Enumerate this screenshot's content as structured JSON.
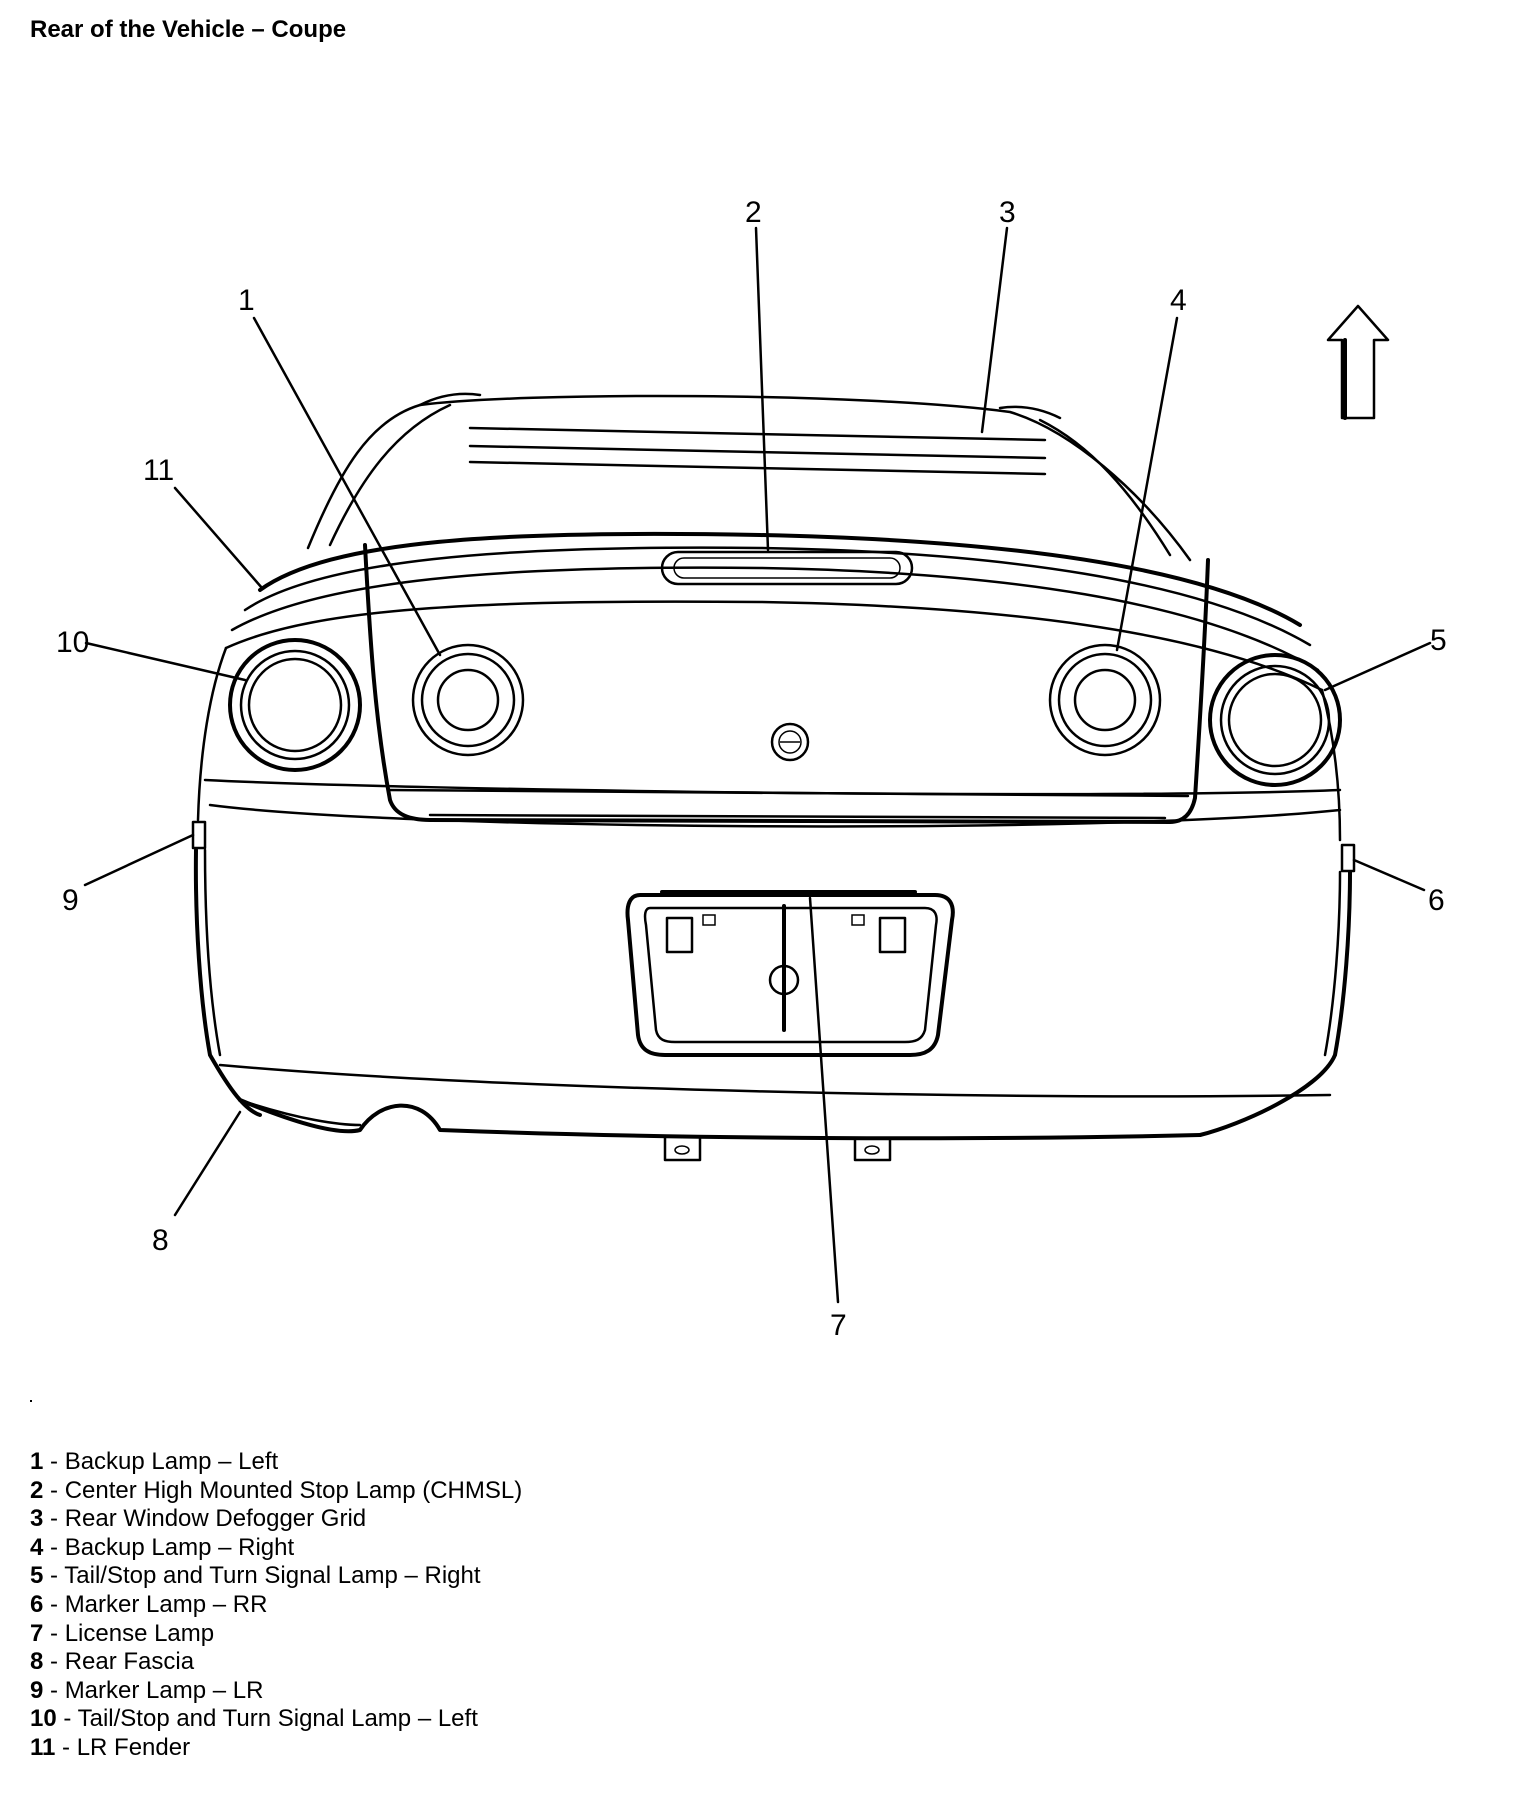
{
  "title": "Rear of the Vehicle – Coupe",
  "callouts": [
    {
      "id": "1",
      "text": "1"
    },
    {
      "id": "2",
      "text": "2"
    },
    {
      "id": "3",
      "text": "3"
    },
    {
      "id": "4",
      "text": "4"
    },
    {
      "id": "5",
      "text": "5"
    },
    {
      "id": "6",
      "text": "6"
    },
    {
      "id": "7",
      "text": "7"
    },
    {
      "id": "8",
      "text": "8"
    },
    {
      "id": "9",
      "text": "9"
    },
    {
      "id": "10",
      "text": "10"
    },
    {
      "id": "11",
      "text": "11"
    }
  ],
  "legend": [
    {
      "num": "1",
      "sep": " - ",
      "label": "Backup Lamp – Left"
    },
    {
      "num": "2",
      "sep": " - ",
      "label": "Center High Mounted Stop Lamp (CHMSL)"
    },
    {
      "num": "3",
      "sep": " - ",
      "label": "Rear Window Defogger Grid"
    },
    {
      "num": "4",
      "sep": " - ",
      "label": "Backup Lamp – Right"
    },
    {
      "num": "5",
      "sep": " - ",
      "label": "Tail/Stop and Turn Signal Lamp – Right"
    },
    {
      "num": "6",
      "sep": " - ",
      "label": "Marker Lamp – RR"
    },
    {
      "num": "7",
      "sep": " - ",
      "label": "License Lamp"
    },
    {
      "num": "8",
      "sep": " - ",
      "label": "Rear Fascia"
    },
    {
      "num": "9",
      "sep": " - ",
      "label": "Marker Lamp – LR"
    },
    {
      "num": "10",
      "sep": " - ",
      "label": "Tail/Stop and Turn Signal Lamp – Left"
    },
    {
      "num": "11",
      "sep": " - ",
      "label": "LR Fender"
    }
  ],
  "icons": {
    "forward_arrow": "up-arrow-icon"
  }
}
